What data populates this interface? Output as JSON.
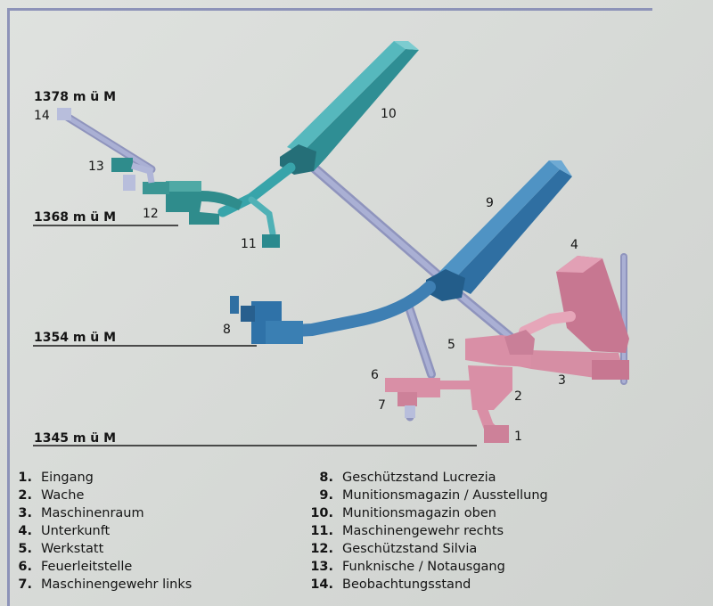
{
  "elevations": [
    {
      "id": "e1378",
      "label": "1378 m ü M"
    },
    {
      "id": "e1368",
      "label": "1368 m ü M"
    },
    {
      "id": "e1354",
      "label": "1354 m ü M"
    },
    {
      "id": "e1345",
      "label": "1345 m ü M"
    }
  ],
  "legend": [
    {
      "number": "1.",
      "text": "Eingang"
    },
    {
      "number": "2.",
      "text": "Wache"
    },
    {
      "number": "3.",
      "text": "Maschinenraum"
    },
    {
      "number": "4.",
      "text": "Unterkunft"
    },
    {
      "number": "5.",
      "text": "Werkstatt"
    },
    {
      "number": "6.",
      "text": "Feuerleitstelle"
    },
    {
      "number": "7.",
      "text": "Maschinengewehr links"
    },
    {
      "number": "8.",
      "text": "Geschützstand Lucrezia"
    },
    {
      "number": "9.",
      "text": "Munitionsmagazin / Ausstellung"
    },
    {
      "number": "10.",
      "text": "Munitionsmagazin oben"
    },
    {
      "number": "11.",
      "text": "Maschinengewehr rechts"
    },
    {
      "number": "12.",
      "text": "Geschützstand Silvia"
    },
    {
      "number": "13.",
      "text": "Funknische / Notausgang"
    },
    {
      "number": "14.",
      "text": "Beobachtungsstand"
    }
  ],
  "markers": [
    "1",
    "2",
    "3",
    "4",
    "5",
    "6",
    "7",
    "8",
    "9",
    "10",
    "11",
    "12",
    "13",
    "14"
  ],
  "colors": {
    "background": "#d9dcd9",
    "frame": "#8d93b8",
    "level_1345_pink": "#d98fa6",
    "level_1354_blue": "#3f7fb4",
    "level_1368_teal": "#3a9aa0",
    "tunnel_lavender": "#a8add0"
  }
}
